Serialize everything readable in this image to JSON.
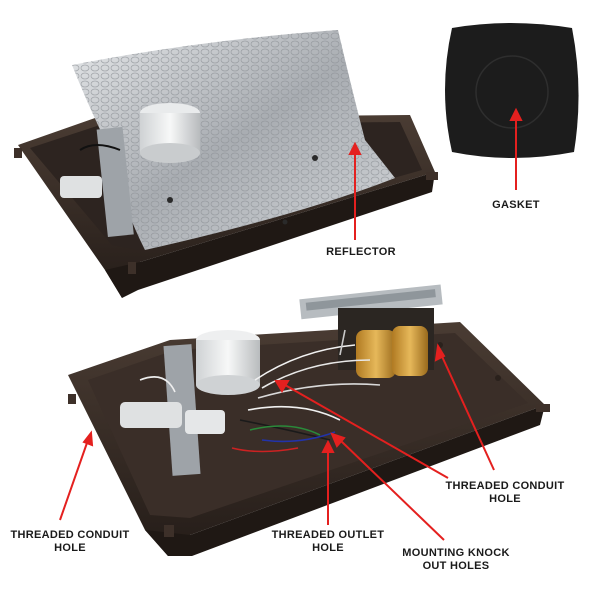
{
  "labels": {
    "gasket": "GASKET",
    "reflector": "REFLECTOR",
    "threaded_conduit_hole_right": [
      "THREADED CONDUIT",
      "HOLE"
    ],
    "threaded_conduit_hole_left": [
      "THREADED CONDUIT",
      "HOLE"
    ],
    "threaded_outlet_hole": [
      "THREADED OUTLET",
      "HOLE"
    ],
    "mounting_knock_out_holes": [
      "MOUNTING KNOCK",
      "OUT HOLES"
    ]
  },
  "colors": {
    "arrow": "#e4201f",
    "housing": "#3b302a",
    "housing_dark": "#241c18",
    "reflector": "#c9ccd0",
    "gasket": "#1c1c1c",
    "label_text": "#1a1a1a"
  }
}
